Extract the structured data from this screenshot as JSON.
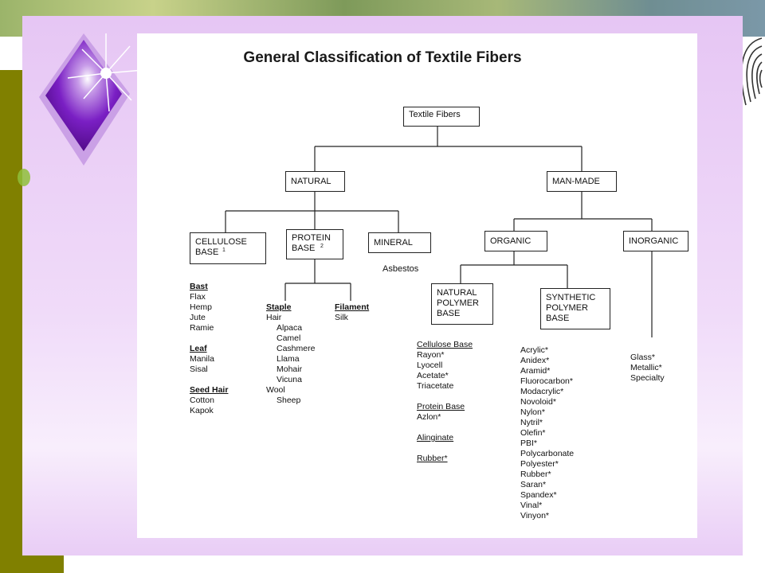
{
  "title": "General Classification of Textile Fibers",
  "nodes": {
    "root": "Textile Fibers",
    "natural": "NATURAL",
    "man_made": "MAN-MADE",
    "cellulose_base": "CELLULOSE BASE",
    "cellulose_base_sup": "1",
    "protein_base": "PROTEIN BASE",
    "protein_base_sup": "2",
    "mineral": "MINERAL",
    "organic": "ORGANIC",
    "inorganic": "INORGANIC",
    "natural_polymer_base": "NATURAL POLYMER BASE",
    "synthetic_polymer_base": "SYNTHETIC POLYMER BASE"
  },
  "mineral_examples": "Asbestos",
  "cellulose_groups": [
    {
      "heading": "Bast",
      "items": [
        "Flax",
        "Hemp",
        "Jute",
        "Ramie"
      ]
    },
    {
      "heading": "Leaf",
      "items": [
        "Manila",
        "Sisal"
      ]
    },
    {
      "heading": "Seed Hair",
      "items": [
        "Cotton",
        "Kapok"
      ]
    }
  ],
  "protein_staple": {
    "heading": "Staple",
    "hair_label": "Hair",
    "hair_items": [
      "Alpaca",
      "Camel",
      "Cashmere",
      "Llama",
      "Mohair",
      "Vicuna"
    ],
    "wool_label": "Wool",
    "wool_items": [
      "Sheep"
    ]
  },
  "protein_filament": {
    "heading": "Filament",
    "items": [
      "Silk"
    ]
  },
  "natural_polymer_groups": [
    {
      "heading": "Cellulose Base",
      "items": [
        "Rayon*",
        "Lyocell",
        "Acetate*",
        "Triacetate"
      ]
    },
    {
      "heading": "Protein Base",
      "items": [
        "Azlon*"
      ]
    },
    {
      "heading": "Alinginate",
      "items": []
    },
    {
      "heading": "Rubber*",
      "items": []
    }
  ],
  "synthetic_items": [
    "Acrylic*",
    "Anidex*",
    "Aramid*",
    "Fluorocarbon*",
    "Modacrylic*",
    "Novoloid*",
    "Nylon*",
    "Nytril*",
    "Olefin*",
    "PBI*",
    "Polycarbonate",
    "Polyester*",
    "Rubber*",
    "Saran*",
    "Spandex*",
    "Vinal*",
    "Vinyon*"
  ],
  "inorganic_items": [
    "Glass*",
    "Metallic*",
    "Specialty"
  ],
  "colors": {
    "frame": "#e6c6f4",
    "olive": "#808000",
    "logo": "#6a0dad",
    "line": "#222222"
  },
  "icons": {
    "logo": "diamond-star-icon",
    "corner": "fingerprint-icon"
  }
}
